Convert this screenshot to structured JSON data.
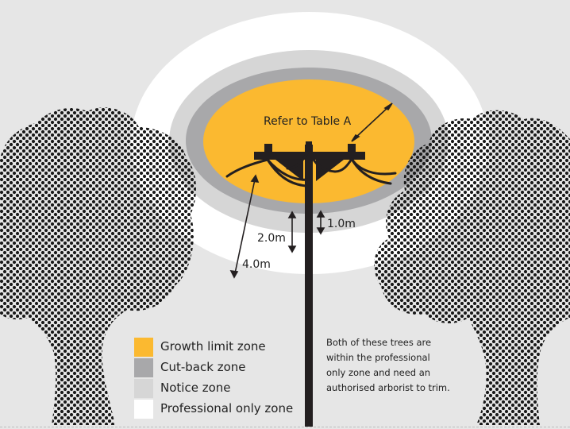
{
  "colors": {
    "background": "#e6e6e6",
    "growth_limit": "#fbb930",
    "cut_back": "#a8a8aa",
    "notice": "#d6d6d6",
    "professional_only": "#ffffff",
    "pole": "#231f20",
    "tree_dots": "#1a1a1a"
  },
  "labels": {
    "refer_table": "Refer to Table A",
    "dist_1": "1.0m",
    "dist_2": "2.0m",
    "dist_4": "4.0m"
  },
  "legend": [
    {
      "label": "Growth limit zone",
      "color": "#fbb930"
    },
    {
      "label": "Cut-back zone",
      "color": "#a8a8aa"
    },
    {
      "label": "Notice zone",
      "color": "#d6d6d6"
    },
    {
      "label": "Professional only zone",
      "color": "#ffffff"
    }
  ],
  "note": {
    "line1": "Both of these trees are",
    "line2": "within the professional",
    "line3": "only zone and need an",
    "line4": "authorised arborist to trim."
  },
  "icons": {
    "left_tree": "dotted-tree-icon",
    "right_tree": "dotted-tree-icon",
    "pole": "power-pole-icon"
  }
}
